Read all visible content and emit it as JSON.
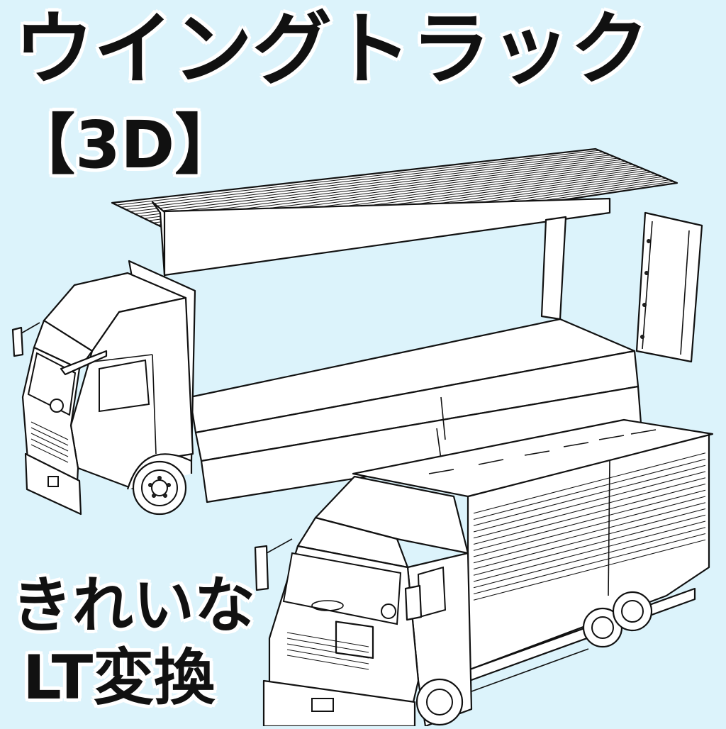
{
  "title": "ウイングトラック",
  "subtitle": "【3D】",
  "caption": {
    "line1": "きれいな",
    "line2": "LT変換"
  },
  "colors": {
    "background": "#dcf3fb",
    "text": "#111111",
    "outline": "#ffffff"
  }
}
